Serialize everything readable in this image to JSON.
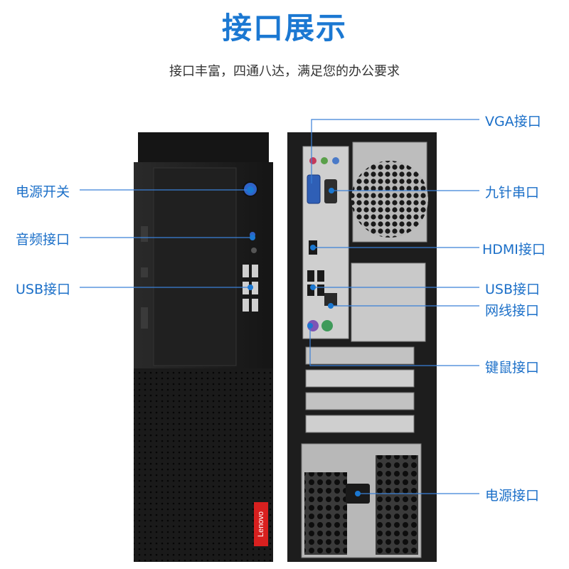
{
  "header": {
    "title": "接口展示",
    "subtitle": "接口丰富，四通八达，满足您的办公要求"
  },
  "front_labels": {
    "power_switch": "电源开关",
    "audio_port": "音频接口",
    "usb_port": "USB接口"
  },
  "rear_labels": {
    "vga_port": "VGA接口",
    "serial_port": "九针串口",
    "hdmi_port": "HDMI接口",
    "usb_port": "USB接口",
    "network_port": "网线接口",
    "ps2_port": "键鼠接口",
    "power_port": "电源接口"
  },
  "brand": {
    "logo_text": "Lenovo"
  },
  "colors": {
    "accent": "#1b78d2",
    "case_dark": "#1c1c1c",
    "case_panel": "#2a2a2a",
    "brand_red": "#d8201f",
    "port_blue": "#2f63c8"
  }
}
